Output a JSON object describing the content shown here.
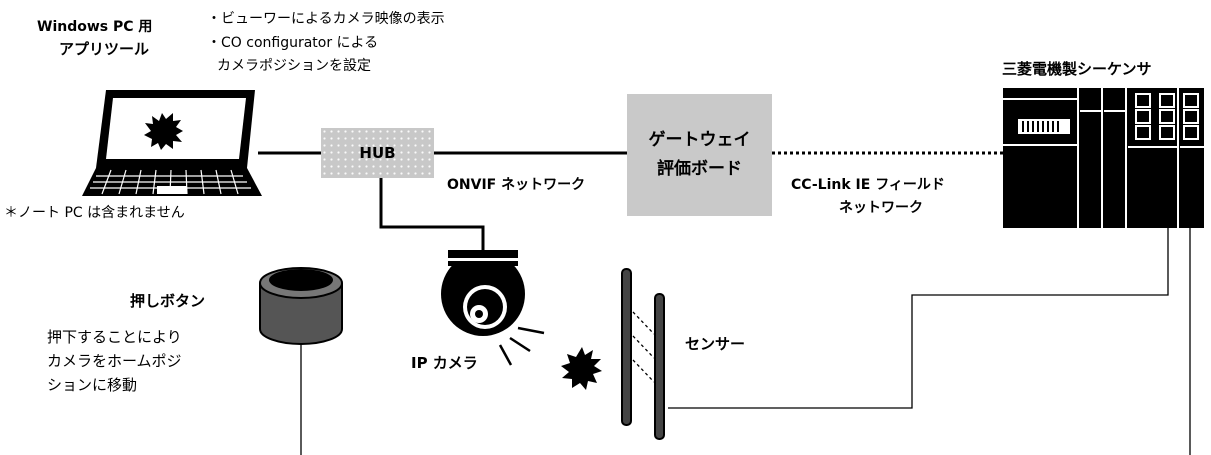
{
  "laptop": {
    "title_line1": "Windows PC 用",
    "title_line2": "アプリツール",
    "features": [
      "・ビューワーによるカメラ映像の表示",
      "・CO configurator による",
      "カメラポジションを設定"
    ],
    "note": "＊ノート PC は含まれません"
  },
  "hub": {
    "label": "HUB"
  },
  "network": {
    "onvif_label": "ONVIF ネットワーク"
  },
  "gateway": {
    "line1": "ゲートウェイ",
    "line2": "評価ボード"
  },
  "cclink": {
    "line1": "CC-Link IE フィールド",
    "line2": "ネットワーク"
  },
  "plc": {
    "title": "三菱電機製シーケンサ"
  },
  "button": {
    "title": "押しボタン",
    "desc": [
      "押下することにより",
      "カメラをホームポジ",
      "ションに移動"
    ]
  },
  "camera": {
    "label": "IP カメラ"
  },
  "sensor": {
    "label": "センサー"
  },
  "colors": {
    "line": "#000000",
    "box_gray": "#c9c9c9",
    "device_gray": "#555555"
  }
}
